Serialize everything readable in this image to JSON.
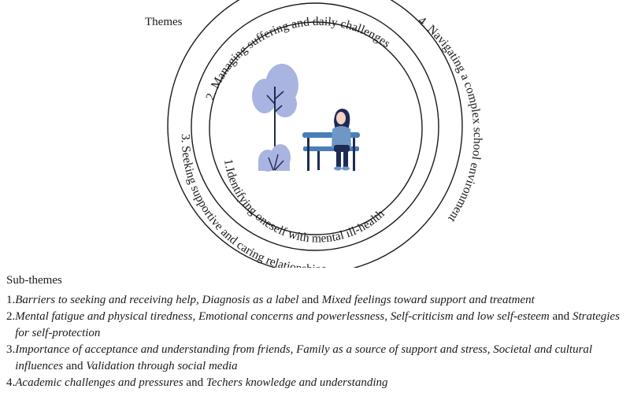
{
  "themes_label": "Themes",
  "themes": [
    {
      "number": "1.",
      "label": "Identifying oneself with mental ill-health"
    },
    {
      "number": "2.",
      "label": "Managing suffering and daily challenges"
    },
    {
      "number": "3.",
      "label": "Seeking supportive and caring relationships"
    },
    {
      "number": "4.",
      "label": "Navigating a complex school environment"
    }
  ],
  "subthemes_label": "Sub-themes",
  "subthemes": [
    {
      "number": "1.",
      "parts": [
        {
          "text": "Barriers to seeking and receiving help, Diagnosis as a label",
          "italic": true
        },
        {
          "text": " and ",
          "italic": false
        },
        {
          "text": "Mixed feelings toward support and treatment",
          "italic": true
        }
      ]
    },
    {
      "number": "2.",
      "parts": [
        {
          "text": "Mental fatigue and physical tiredness, Emotional concerns and powerlessness, Self-criticism and low self-esteem",
          "italic": true
        },
        {
          "text": " and ",
          "italic": false
        },
        {
          "text": "Strategies for self-protection",
          "italic": true
        }
      ]
    },
    {
      "number": "3.",
      "parts": [
        {
          "text": "Importance of acceptance and understanding from friends, Family as a source of support and stress, Societal and cultural influences",
          "italic": true
        },
        {
          "text": " and ",
          "italic": false
        },
        {
          "text": "Validation through social media",
          "italic": true
        }
      ]
    },
    {
      "number": "4.",
      "parts": [
        {
          "text": "Academic challenges and pressures",
          "italic": true
        },
        {
          "text": " and ",
          "italic": false
        },
        {
          "text": "Techers knowledge and understanding",
          "italic": true
        }
      ]
    }
  ],
  "colors": {
    "tree": "#a9b5e0",
    "trunk": "#1e2a4f",
    "bench": "#4a7fb6",
    "person_top": "#6f97c6",
    "person_dark": "#1f2a55",
    "ring": "#1a1a1a"
  },
  "illustration": {
    "icons": [
      "tree-icon",
      "bush-icon",
      "bench-icon",
      "person-icon"
    ]
  }
}
